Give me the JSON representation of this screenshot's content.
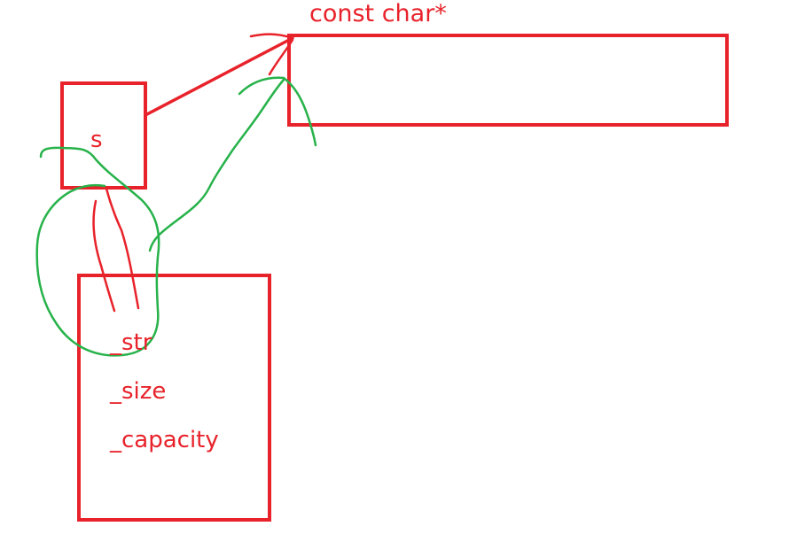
{
  "diagram": {
    "nodes": {
      "const_char": {
        "label": "const char*"
      },
      "s": {
        "label": "s"
      },
      "members": [
        {
          "label": "_str"
        },
        {
          "label": "_size"
        },
        {
          "label": "_capacity"
        }
      ]
    },
    "colors": {
      "box": "#e8222a",
      "text": "#e8222a",
      "pen_red": "#e8222a",
      "pen_green": "#27b24a",
      "background": "#ffffff"
    }
  }
}
